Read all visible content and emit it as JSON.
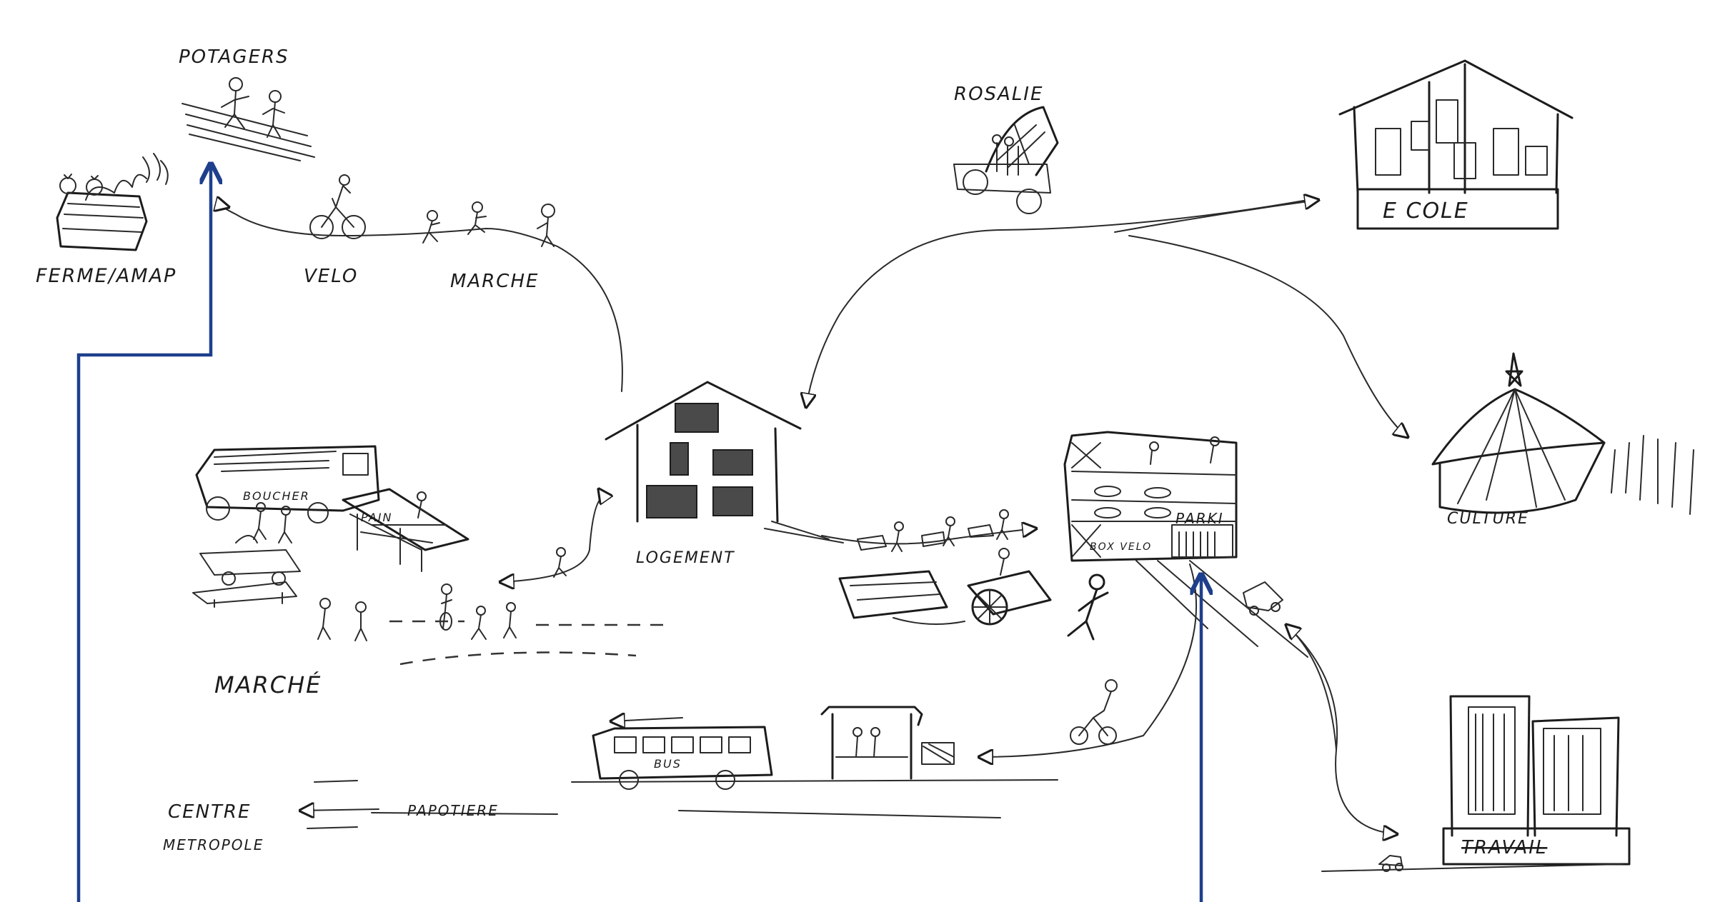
{
  "labels": {
    "potagers": "POTAGERS",
    "ferme_amap": "FERME/AMAP",
    "velo": "VELO",
    "marche_walk": "MARCHE",
    "rosalie": "ROSALIE",
    "ecole": "E COLE",
    "logement": "LOGEMENT",
    "culture": "CULTURE",
    "marche_market": "MARCHÉ",
    "boucher": "BOUCHER",
    "pain": "PAIN",
    "parki": "PARKI",
    "box_velo": "BOX VELO",
    "bus": "BUS",
    "centre": "CENTRE",
    "metropole": "METROPOLE",
    "papotiere": "PAPOTIERE",
    "travail": "TRAVAIL"
  },
  "colors": {
    "ink": "#1c1c1c",
    "highlight_arrow": "#1e3f8c",
    "background": "#ffffff"
  }
}
